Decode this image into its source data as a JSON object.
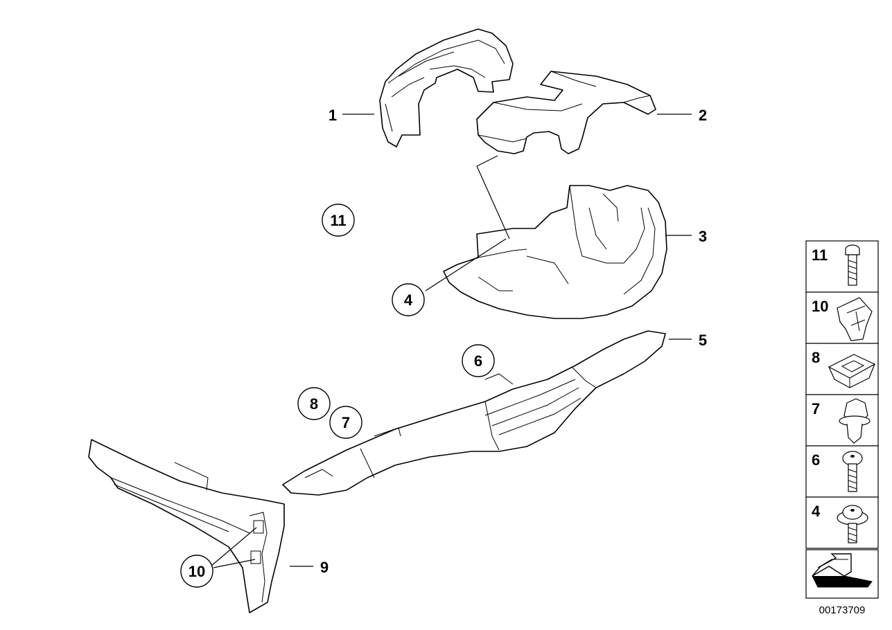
{
  "callouts": [
    {
      "id": "c1",
      "label": "1"
    },
    {
      "id": "c2",
      "label": "2"
    },
    {
      "id": "c3",
      "label": "3"
    },
    {
      "id": "c4",
      "label": "4"
    },
    {
      "id": "c5",
      "label": "5"
    },
    {
      "id": "c6",
      "label": "6"
    },
    {
      "id": "c7",
      "label": "7"
    },
    {
      "id": "c8",
      "label": "8"
    },
    {
      "id": "c9",
      "label": "9"
    },
    {
      "id": "c10",
      "label": "10"
    },
    {
      "id": "c11",
      "label": "11"
    }
  ],
  "legend": {
    "items": [
      {
        "label": "11",
        "icon": "torx-screw-icon"
      },
      {
        "label": "10",
        "icon": "clip-icon"
      },
      {
        "label": "8",
        "icon": "square-nut-icon"
      },
      {
        "label": "7",
        "icon": "expanding-rivet-icon"
      },
      {
        "label": "6",
        "icon": "oval-head-screw-icon"
      },
      {
        "label": "4",
        "icon": "washer-head-screw-icon"
      }
    ],
    "arrow_icon": "forward-arrow-icon"
  },
  "document_number": "00173709"
}
